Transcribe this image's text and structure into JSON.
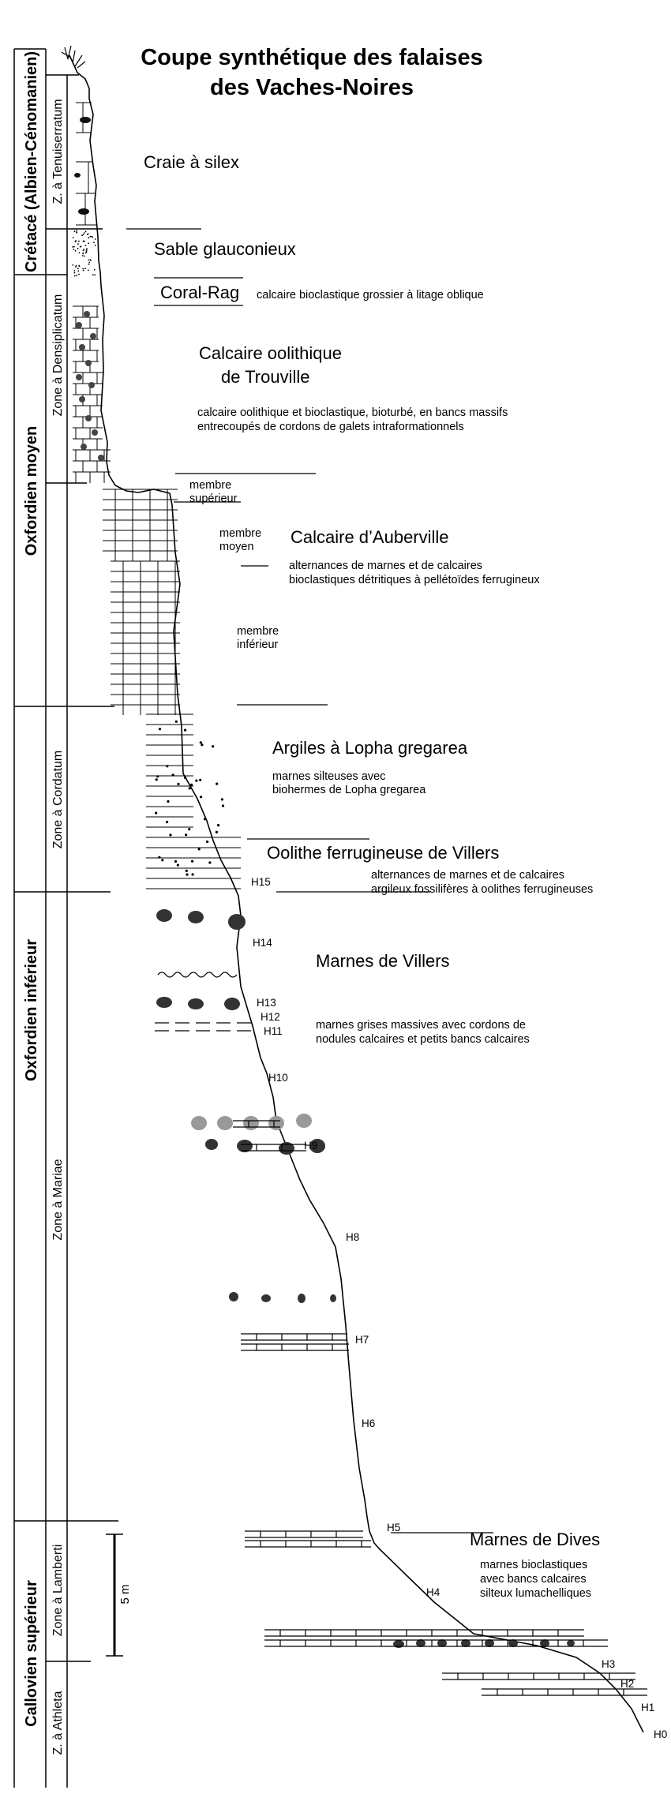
{
  "title": {
    "line1": "Coupe synthétique des falaises",
    "line2": "des Vaches-Noires"
  },
  "stages": [
    {
      "id": "cretace",
      "label": "Crétacé (Albien-Cénomanien)"
    },
    {
      "id": "oxf-moyen",
      "label": "Oxfordien moyen"
    },
    {
      "id": "oxf-inf",
      "label": "Oxfordien inférieur"
    },
    {
      "id": "call-sup",
      "label": "Callovien supérieur"
    }
  ],
  "zones": [
    {
      "id": "tenuiserratum",
      "label": "Z. à Tenuiserratum"
    },
    {
      "id": "densiplicatum",
      "label": "Zone à Densiplicatum"
    },
    {
      "id": "cordatum",
      "label": "Zone à Cordatum"
    },
    {
      "id": "mariae",
      "label": "Zone à Mariae"
    },
    {
      "id": "lamberti",
      "label": "Zone à Lamberti"
    },
    {
      "id": "athleta",
      "label": "Z. à Athleta"
    }
  ],
  "units": {
    "craie": "Craie à silex",
    "sable": "Sable glauconieux",
    "coral_rag": "Coral-Rag",
    "coral_rag_desc": "calcaire bioclastique grossier à litage oblique",
    "trouville_1": "Calcaire oolithique",
    "trouville_2": "de Trouville",
    "trouville_desc_1": "calcaire oolithique et bioclastique, bioturbé, en bancs massifs",
    "trouville_desc_2": "entrecoupés de cordons de galets intraformationnels",
    "auberville": "Calcaire d’Auberville",
    "auberville_desc_1": "alternances de marnes et de calcaires",
    "auberville_desc_2": "bioclastiques détritiques à pellétoïdes ferrugineux",
    "membre_sup_1": "membre",
    "membre_sup_2": "supérieur",
    "membre_moy_1": "membre",
    "membre_moy_2": "moyen",
    "membre_inf_1": "membre",
    "membre_inf_2": "inférieur",
    "lopha": "Argiles à Lopha gregarea",
    "lopha_desc_1": "marnes silteuses avec",
    "lopha_desc_2": "biohermes de Lopha gregarea",
    "oolithe": "Oolithe ferrugineuse de Villers",
    "oolithe_desc_1": "alternances de marnes et de calcaires",
    "oolithe_desc_2": "argileux fossilifères à oolithes ferrugineuses",
    "marnes_villers": "Marnes de Villers",
    "marnes_villers_desc_1": "marnes grises massives avec cordons de",
    "marnes_villers_desc_2": "nodules calcaires et petits bancs calcaires",
    "dives": "Marnes de Dives",
    "dives_desc_1": "marnes bioclastiques",
    "dives_desc_2": "avec bancs calcaires",
    "dives_desc_3": "silteux lumachelliques"
  },
  "horizons": [
    "H0",
    "H1",
    "H2",
    "H3",
    "H4",
    "H5",
    "H6",
    "H7",
    "H8",
    "H9",
    "H10",
    "H11",
    "H12",
    "H13",
    "H14",
    "H15"
  ],
  "scale_bar": {
    "label": "5 m"
  }
}
